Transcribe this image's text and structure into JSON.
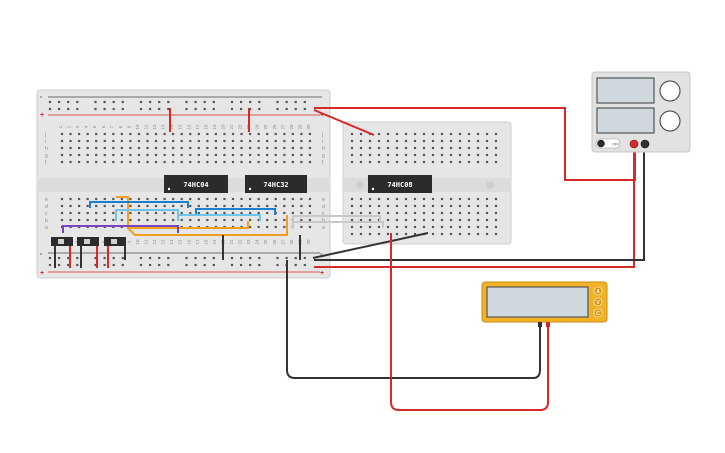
{
  "chips": [
    {
      "label": "74HC04"
    },
    {
      "label": "74HC32"
    },
    {
      "label": "74HC08"
    }
  ],
  "main_breadboard": {
    "columns": [
      "1",
      "2",
      "3",
      "4",
      "5",
      "6",
      "7",
      "8",
      "9",
      "10",
      "11",
      "12",
      "13",
      "14",
      "15",
      "16",
      "17",
      "18",
      "19",
      "20",
      "21",
      "22",
      "23",
      "24",
      "25",
      "26",
      "27",
      "28",
      "29",
      "30"
    ],
    "rows_top": [
      "j",
      "i",
      "h",
      "g",
      "f"
    ],
    "rows_bottom": [
      "e",
      "d",
      "c",
      "b",
      "a"
    ],
    "rail_plus": "+",
    "rail_minus": "-"
  },
  "multimeter": {
    "ports": [
      "A",
      "V",
      "C"
    ]
  },
  "power_supply": {
    "button_label": "OFF"
  },
  "colors": {
    "wire_red": "#d42a2a",
    "wire_black": "#333333",
    "wire_blue": "#1e7fd0",
    "wire_lightblue": "#6fc3e8",
    "wire_orange": "#f0a020",
    "wire_purple": "#7a45c0",
    "wire_gray": "#c8c8c8",
    "multimeter_body": "#f2b228",
    "chip_body": "#2b2b2b"
  }
}
